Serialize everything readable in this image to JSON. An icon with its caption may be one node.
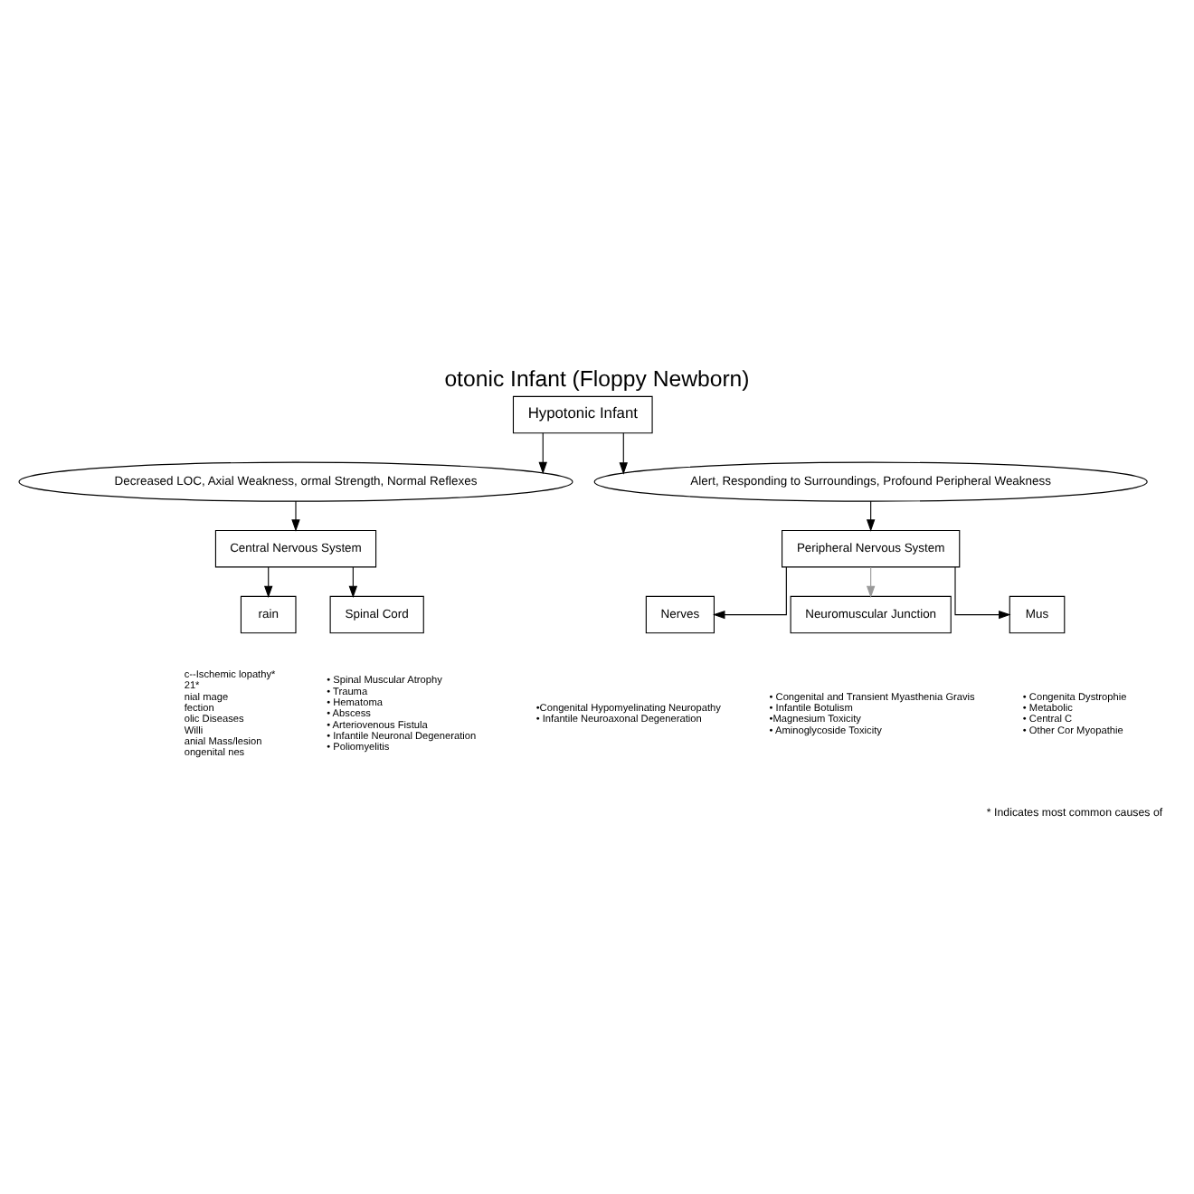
{
  "diagram": {
    "title": "otonic Infant (Floppy Newborn)",
    "nodes": [
      {
        "text": [
          "Hypotonic Infant"
        ]
      },
      {
        "text": [
          "Decreased LOC, Axial Weakness, ormal Strength, Normal Reflexes"
        ]
      },
      {
        "text": [
          "Alert, Responding to Surroundings, Profound Peripheral Weakness"
        ]
      },
      {
        "text": [
          "Central Nervous System"
        ]
      },
      {
        "text": [
          "Peripheral Nervous System"
        ]
      },
      {
        "text": [
          "rain"
        ],
        "beside": [
          "c--Ischemic lopathy*",
          "21*",
          "nial mage",
          "fection",
          "olic Diseases",
          "Willi",
          "anial Mass/lesion",
          "ongenital nes"
        ]
      },
      {
        "text": [
          "Spinal Cord"
        ],
        "beside": [
          "• Spinal Muscular Atrophy",
          "• Trauma",
          "• Hematoma",
          "• Abscess",
          "• Arteriovenous Fistula",
          "• Infantile Neuronal Degeneration",
          "• Poliomyelitis"
        ]
      },
      {
        "text": [
          "Nerves"
        ],
        "beside": [
          "•Congenital Hypomyelinating Neuropathy",
          "• Infantile Neuroaxonal Degeneration"
        ]
      },
      {
        "text": [
          "Neuromuscular Junction"
        ],
        "beside": [
          "• Congenital and Transient Myasthenia Gravis",
          "• Infantile Botulism",
          "•Magnesium Toxicity",
          "• Aminoglycoside Toxicity"
        ]
      },
      {
        "text": [
          "Mus"
        ],
        "beside": [
          "• Congenita Dystrophie",
          "• Metabolic",
          "• Central C",
          "• Other Cor Myopathie"
        ]
      }
    ],
    "edges": [
      {
        "from": 0,
        "to": 1,
        "arrow": "to"
      },
      {
        "from": 0,
        "to": 2,
        "arrow": "to"
      },
      {
        "from": 1,
        "to": 3,
        "arrow": "to"
      },
      {
        "from": 2,
        "to": 4,
        "arrow": "to"
      },
      {
        "from": 3,
        "to": 5,
        "arrow": "to"
      },
      {
        "from": 3,
        "to": 6,
        "arrow": "to"
      },
      {
        "from": 4,
        "to": 7,
        "arrow": "to"
      },
      {
        "from": 4,
        "to": 8,
        "arrow": "to",
        "color": "#999999"
      },
      {
        "from": 4,
        "to": 9,
        "arrow": "to"
      }
    ],
    "labels": [
      "* Indicates most common causes of"
    ]
  }
}
